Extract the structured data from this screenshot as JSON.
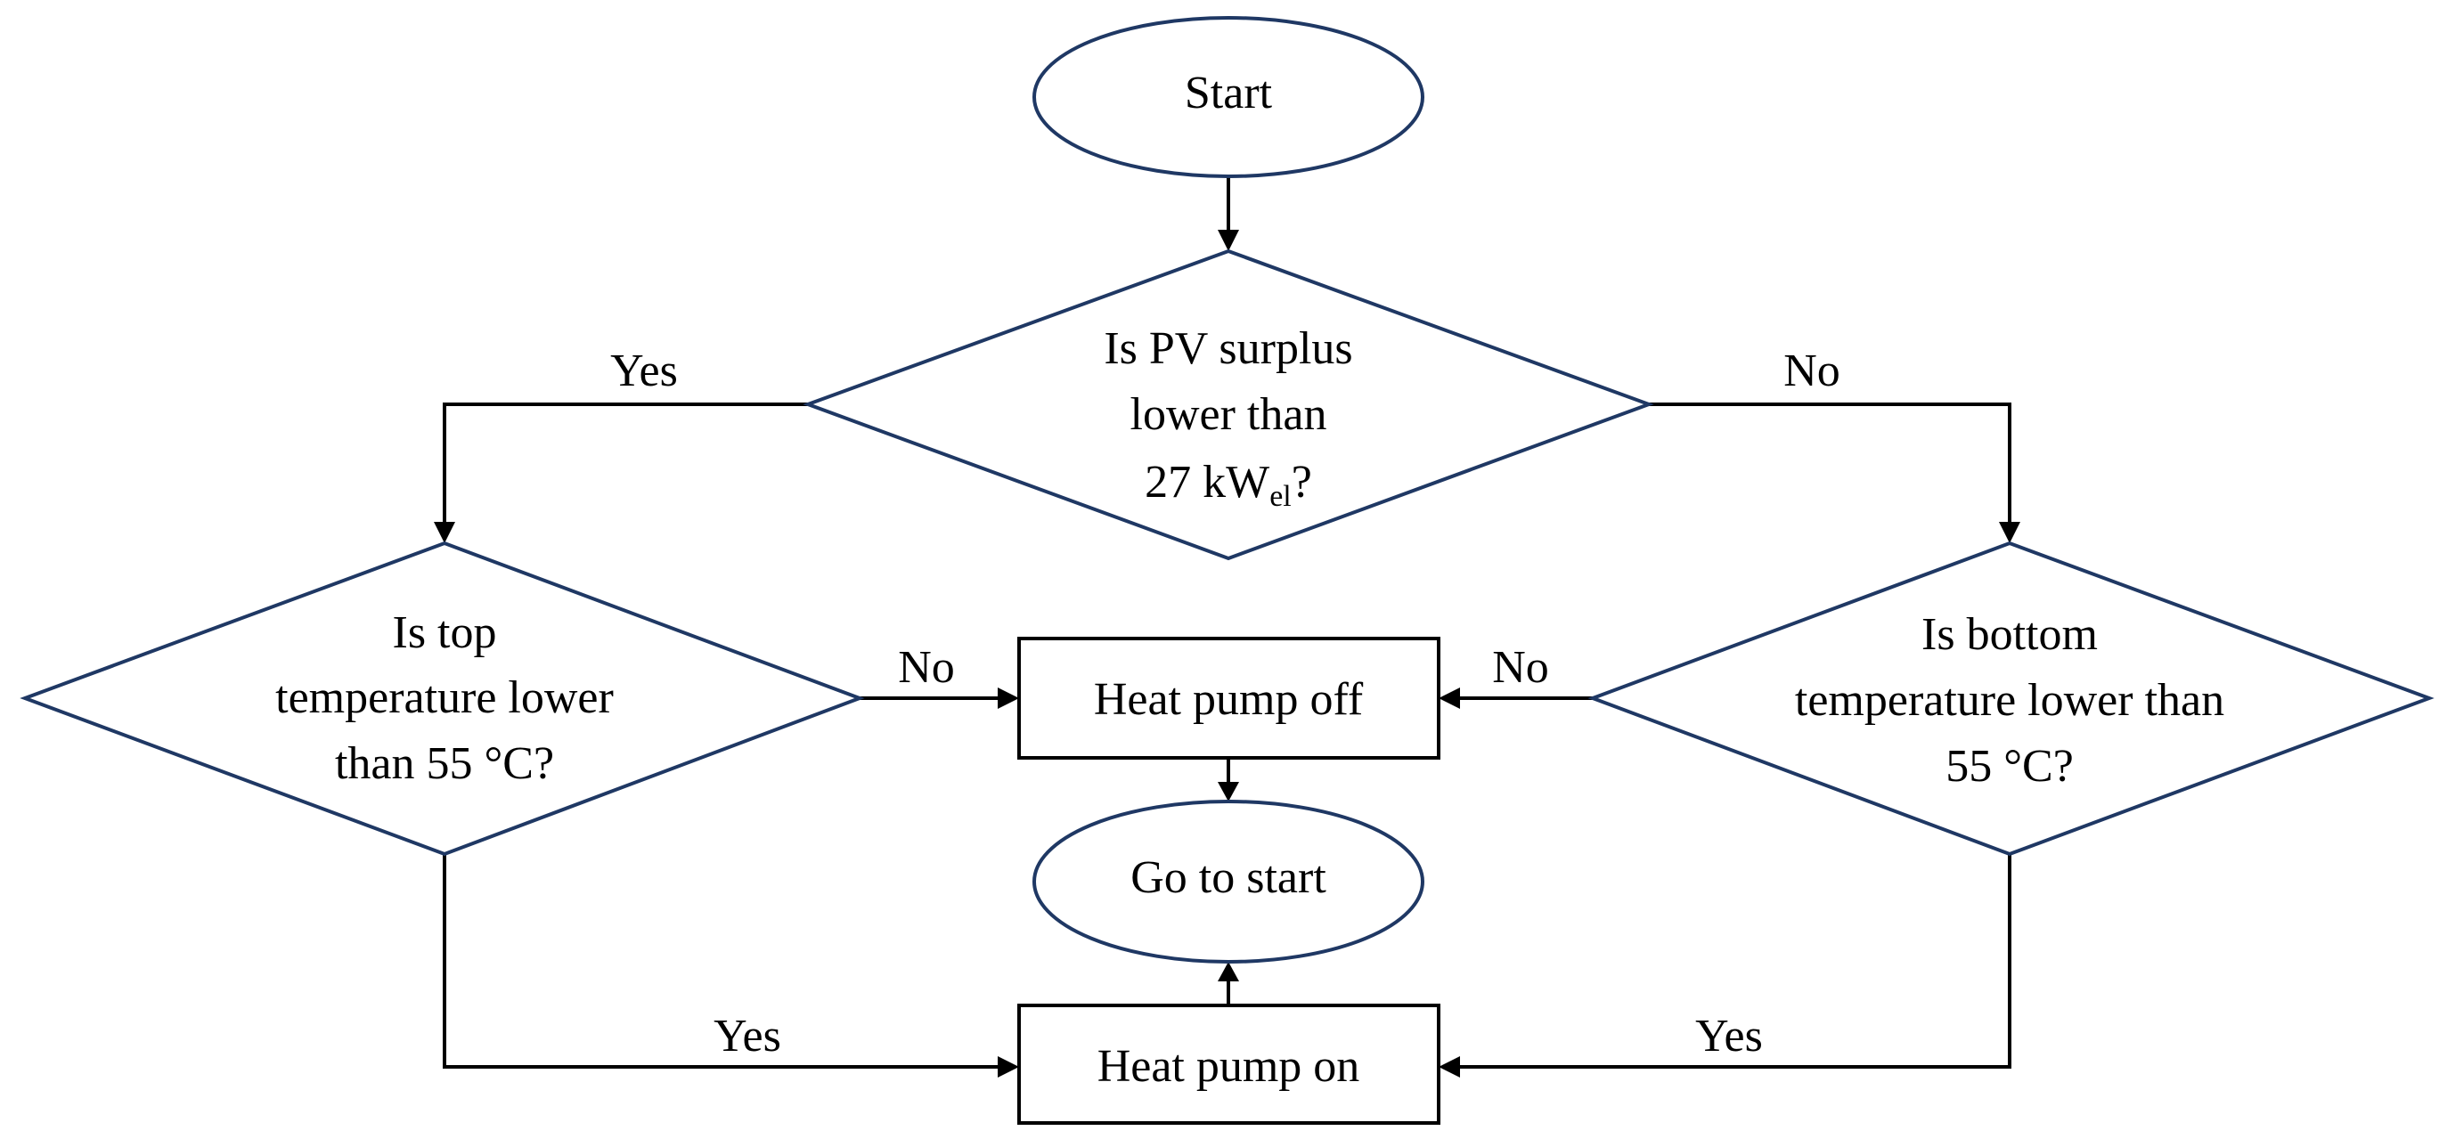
{
  "flowchart": {
    "start": "Start",
    "decision_pv": {
      "line1": "Is PV surplus",
      "line2": "lower than",
      "line3_main": "27 kW",
      "line3_sub": "el",
      "line3_end": "?"
    },
    "decision_top": {
      "line1": "Is top",
      "line2": "temperature lower",
      "line3": "than 55 °C?"
    },
    "decision_bottom": {
      "line1": "Is bottom",
      "line2": "temperature lower than",
      "line3": "55 °C?"
    },
    "heat_pump_off": "Heat pump off",
    "heat_pump_on": "Heat pump on",
    "go_to_start": "Go to start",
    "labels": {
      "pv_yes": "Yes",
      "pv_no": "No",
      "top_no": "No",
      "top_yes": "Yes",
      "bottom_no": "No",
      "bottom_yes": "Yes"
    }
  }
}
